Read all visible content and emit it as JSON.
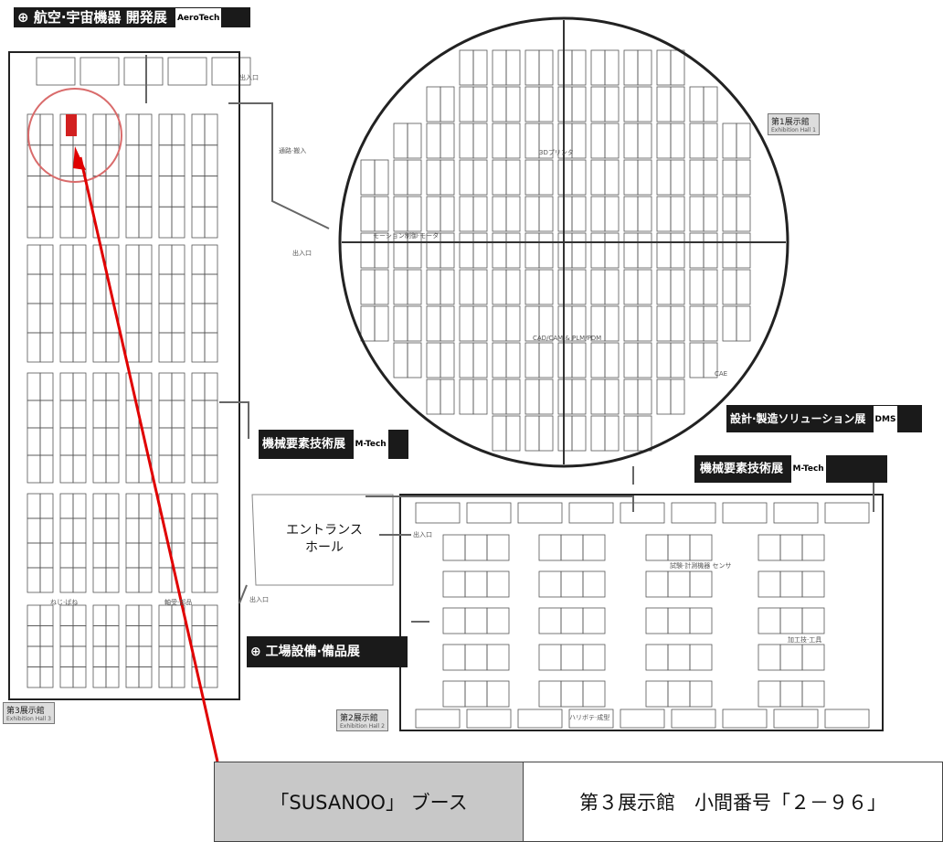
{
  "callout": {
    "booth_name": "「SUSANOO」 ブース",
    "location": "第３展示館　小間番号「２－９６」"
  },
  "entrance": {
    "line1": "エントランス",
    "line2": "ホール"
  },
  "labels": {
    "aero": "航空·宇宙機器 開発展",
    "aero_badge": "AeroTech",
    "kikai_left": "機械要素技術展",
    "kikai_left_badge": "M-Tech",
    "kikai_right": "機械要素技術展",
    "kikai_right_badge": "M-Tech",
    "design": "設計·製造ソリューション展",
    "design_badge": "DMS",
    "factory": "工場設備·備品展"
  },
  "small_texts": {
    "cad": "CAD/CAM & PLM/PDM",
    "motion": "モーション制御·モータ",
    "printer3d": "3Dプリンタ",
    "test": "試験·計測機器 センサ",
    "processing": "加工技·工具",
    "fastening": "ねじ·ばね",
    "bearing": "軸受·部品",
    "robot": "ハリボテ·成型",
    "cae": "CAE",
    "entrance_a": "出入口",
    "entrance_b": "出入口",
    "entrance_c": "出入口",
    "entrance_d": "出入口",
    "passage": "通路·搬入"
  },
  "hall_tags": {
    "hall1": "第1展示館",
    "hall1_en": "Exhibition Hall 1",
    "hall2": "第2展示館",
    "hall2_en": "Exhibition Hall 2",
    "hall3": "第3展示館",
    "hall3_en": "Exhibition Hall 3"
  },
  "colors": {
    "highlight_booth": "#d22020",
    "arrow": "#e00000",
    "circle": "#d96b6b"
  }
}
